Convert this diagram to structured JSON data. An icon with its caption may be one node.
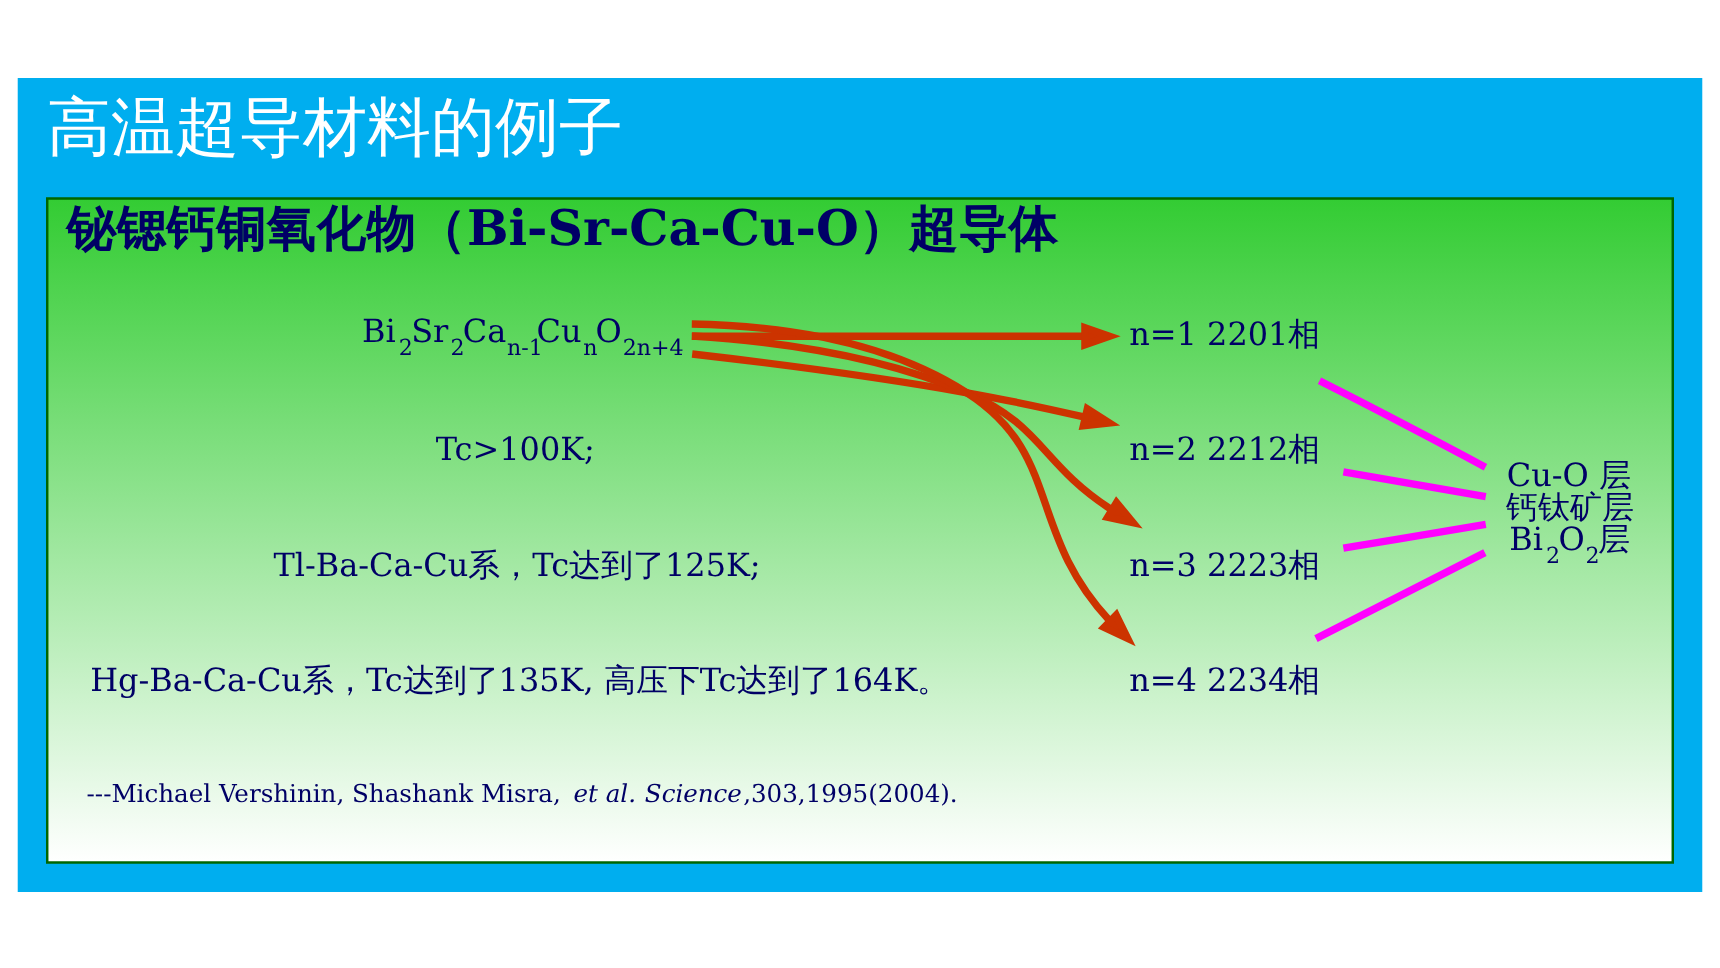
{
  "diagram": {
    "title": "高温超导材料的例子",
    "nodes": [
      {
        "text": [
          "铋锶钙铜氧化物（Bi-Sr-Ca-Cu-O）超导体"
        ]
      },
      {
        "text": [
          "Bi$_{2}$Sr$_{2}$Ca$_{n-1}$Cu$_{n}$O$_{2n+4}$"
        ],
        "in": 0
      },
      {
        "text": [
          "n=1 2201相"
        ],
        "in": 0
      },
      {
        "text": [
          "n=2 2212相"
        ],
        "in": 0
      },
      {
        "text": [
          "n=3 2223相"
        ],
        "in": 0
      },
      {
        "text": [
          "n=4 2234相"
        ],
        "in": 0
      },
      {
        "text": [
          "Cu-O 层",
          "钙钛矿层",
          "Bi$_{2}$O$_{2}$层"
        ],
        "in": 0
      }
    ],
    "edges": [
      {
        "from": 1,
        "to": 2,
        "arrow": "to",
        "color": "#cc3300"
      },
      {
        "from": 1,
        "to": 3,
        "arrow": "to",
        "color": "#cc3300"
      },
      {
        "from": 1,
        "to": 4,
        "arrow": "to",
        "color": "#cc3300"
      },
      {
        "from": 1,
        "to": 5,
        "arrow": "to",
        "color": "#cc3300"
      },
      {
        "from": 2,
        "to": 6,
        "arrow": "none",
        "color": "#ff00ff"
      },
      {
        "from": 3,
        "to": 6,
        "arrow": "none",
        "color": "#ff00ff"
      },
      {
        "from": 4,
        "to": 6,
        "arrow": "none",
        "color": "#ff00ff"
      },
      {
        "from": 5,
        "to": 6,
        "arrow": "none",
        "color": "#ff00ff"
      }
    ],
    "labels": [
      "Tc>100K;",
      "Tl-Ba-Ca-Cu系，Tc达到了125K;",
      "Hg-Ba-Ca-Cu系，Tc达到了135K, 高压下Tc达到了164K。",
      "---Michael Vershinin, Shashank Misra, *et al.* *Science*,303,1995(2004)."
    ]
  }
}
